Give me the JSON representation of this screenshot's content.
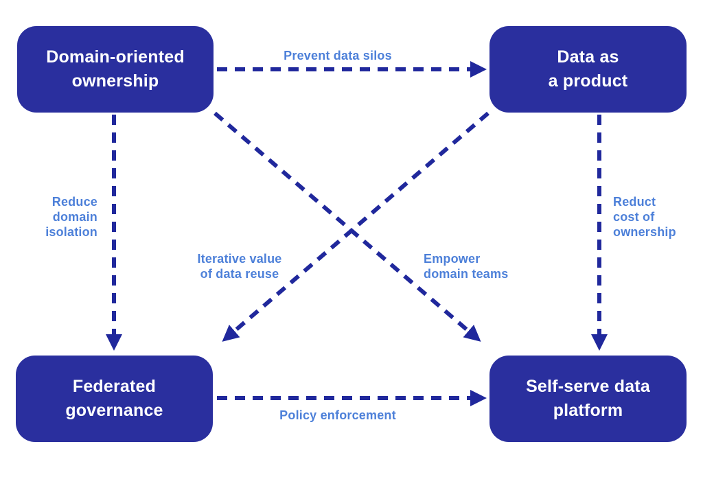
{
  "diagram": {
    "title": "Data mesh principles relationship diagram",
    "colors": {
      "background": "#ffffff",
      "box_fill": "#2a2f9e",
      "box_text": "#ffffff",
      "arrow": "#20289c",
      "label": "#4d80d9"
    },
    "nodes": {
      "domain_oriented_ownership": {
        "label": "Domain-oriented\nownership"
      },
      "data_as_a_product": {
        "label": "Data as\na product"
      },
      "federated_governance": {
        "label": "Federated\ngovernance"
      },
      "self_serve_data_platform": {
        "label": "Self-serve data\nplatform"
      }
    },
    "edges": {
      "prevent_data_silos": {
        "label": "Prevent data silos",
        "from": "domain_oriented_ownership",
        "to": "data_as_a_product",
        "style": "dashed-arrow"
      },
      "reduce_domain_isolation": {
        "label": "Reduce\ndomain\nisolation",
        "from": "domain_oriented_ownership",
        "to": "federated_governance",
        "style": "dashed-arrow"
      },
      "reduct_cost_of_ownership": {
        "label": "Reduct\ncost of\nownership",
        "from": "data_as_a_product",
        "to": "self_serve_data_platform",
        "style": "dashed-arrow"
      },
      "iterative_value_of_data_reuse": {
        "label": "Iterative value\nof data reuse",
        "from": "data_as_a_product",
        "to": "federated_governance",
        "style": "dashed-arrow"
      },
      "empower_domain_teams": {
        "label": "Empower\ndomain teams",
        "from": "domain_oriented_ownership",
        "to": "self_serve_data_platform",
        "style": "dashed-arrow"
      },
      "policy_enforcement": {
        "label": "Policy enforcement",
        "from": "federated_governance",
        "to": "self_serve_data_platform",
        "style": "dashed-arrow"
      }
    }
  }
}
